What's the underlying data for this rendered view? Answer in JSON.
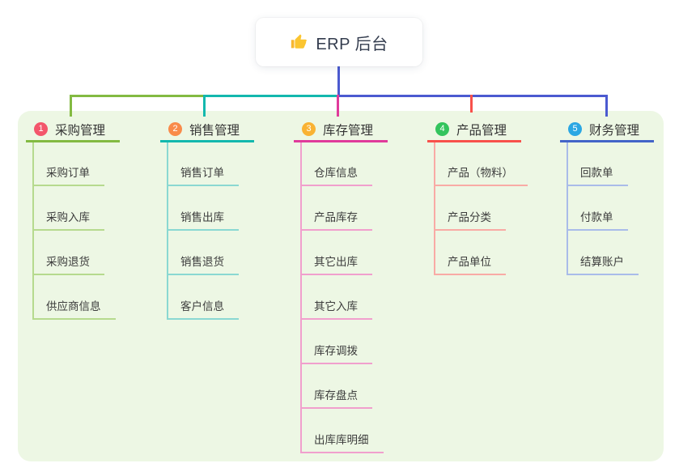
{
  "root": {
    "title": "ERP 后台",
    "icon": "thumbs-up-icon",
    "icon_color": "#f7b731",
    "connector_color": "#4b5ad0"
  },
  "canvas": {
    "page_bg": "#ffffff",
    "panel_bg": "#edf7e4",
    "text_color": "#3c3c3c"
  },
  "branches": [
    {
      "index": "1",
      "label": "采购管理",
      "badge_color": "#f3566b",
      "line_color": "#83ba42",
      "child_line_color": "#b6da8e",
      "children": [
        "采购订单",
        "采购入库",
        "采购退货",
        "供应商信息"
      ]
    },
    {
      "index": "2",
      "label": "销售管理",
      "badge_color": "#f98b4a",
      "line_color": "#13b8ae",
      "child_line_color": "#8ad8d2",
      "children": [
        "销售订单",
        "销售出库",
        "销售退货",
        "客户信息"
      ]
    },
    {
      "index": "3",
      "label": "库存管理",
      "badge_color": "#f9b233",
      "line_color": "#e03a9b",
      "child_line_color": "#f19fcd",
      "children": [
        "仓库信息",
        "产品库存",
        "其它出库",
        "其它入库",
        "库存调拨",
        "库存盘点",
        "出库库明细"
      ]
    },
    {
      "index": "4",
      "label": "产品管理",
      "badge_color": "#33c45d",
      "line_color": "#f8514b",
      "child_line_color": "#f9aba5",
      "children": [
        "产品（物料）",
        "产品分类",
        "产品单位"
      ]
    },
    {
      "index": "5",
      "label": "财务管理",
      "badge_color": "#2ba7e3",
      "line_color": "#4365c8",
      "child_line_color": "#a9bce9",
      "children": [
        "回款单",
        "付款单",
        "结算账户"
      ]
    }
  ]
}
